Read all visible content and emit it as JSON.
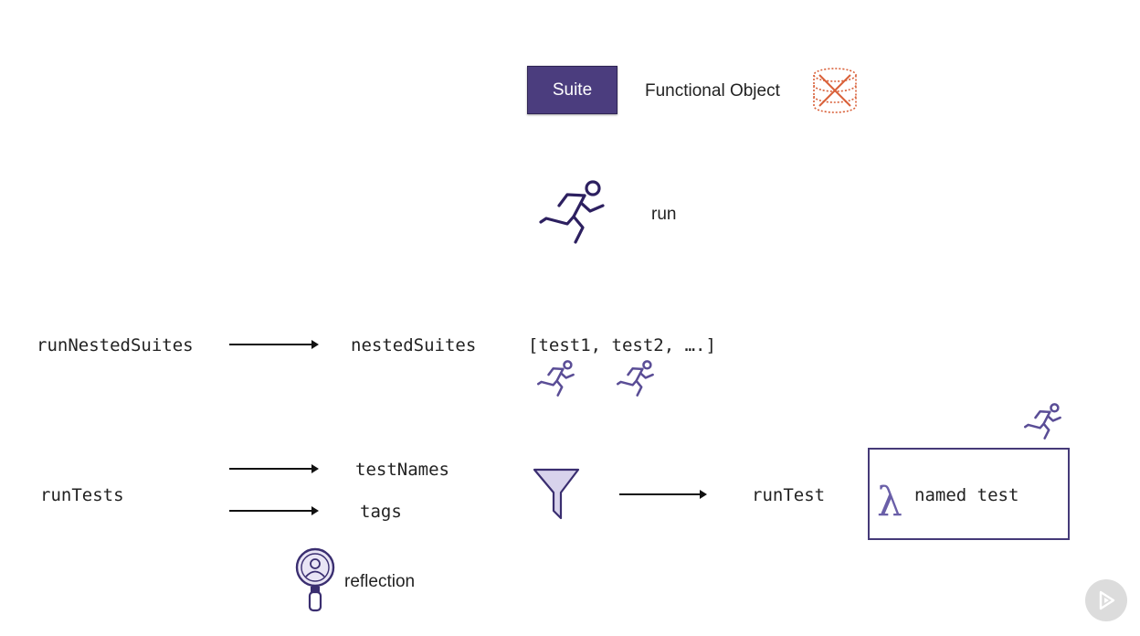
{
  "top": {
    "suite_label": "Suite",
    "functional_object_label": "Functional Object"
  },
  "run": {
    "label": "run"
  },
  "nested": {
    "run_nested_suites": "runNestedSuites",
    "nested_suites": "nestedSuites",
    "test_list": "[test1, test2, ….]"
  },
  "tests": {
    "run_tests": "runTests",
    "test_names": "testNames",
    "tags": "tags",
    "run_test": "runTest",
    "named_test": "named test",
    "lambda_symbol": "λ",
    "reflection": "reflection"
  },
  "colors": {
    "accent": "#4b3d7e",
    "db_crossed": "#d9613a",
    "arrow": "#111111"
  },
  "icons": [
    "database-crossed-icon",
    "runner-icon",
    "filter-funnel-icon",
    "magnifier-person-icon",
    "play-icon"
  ]
}
